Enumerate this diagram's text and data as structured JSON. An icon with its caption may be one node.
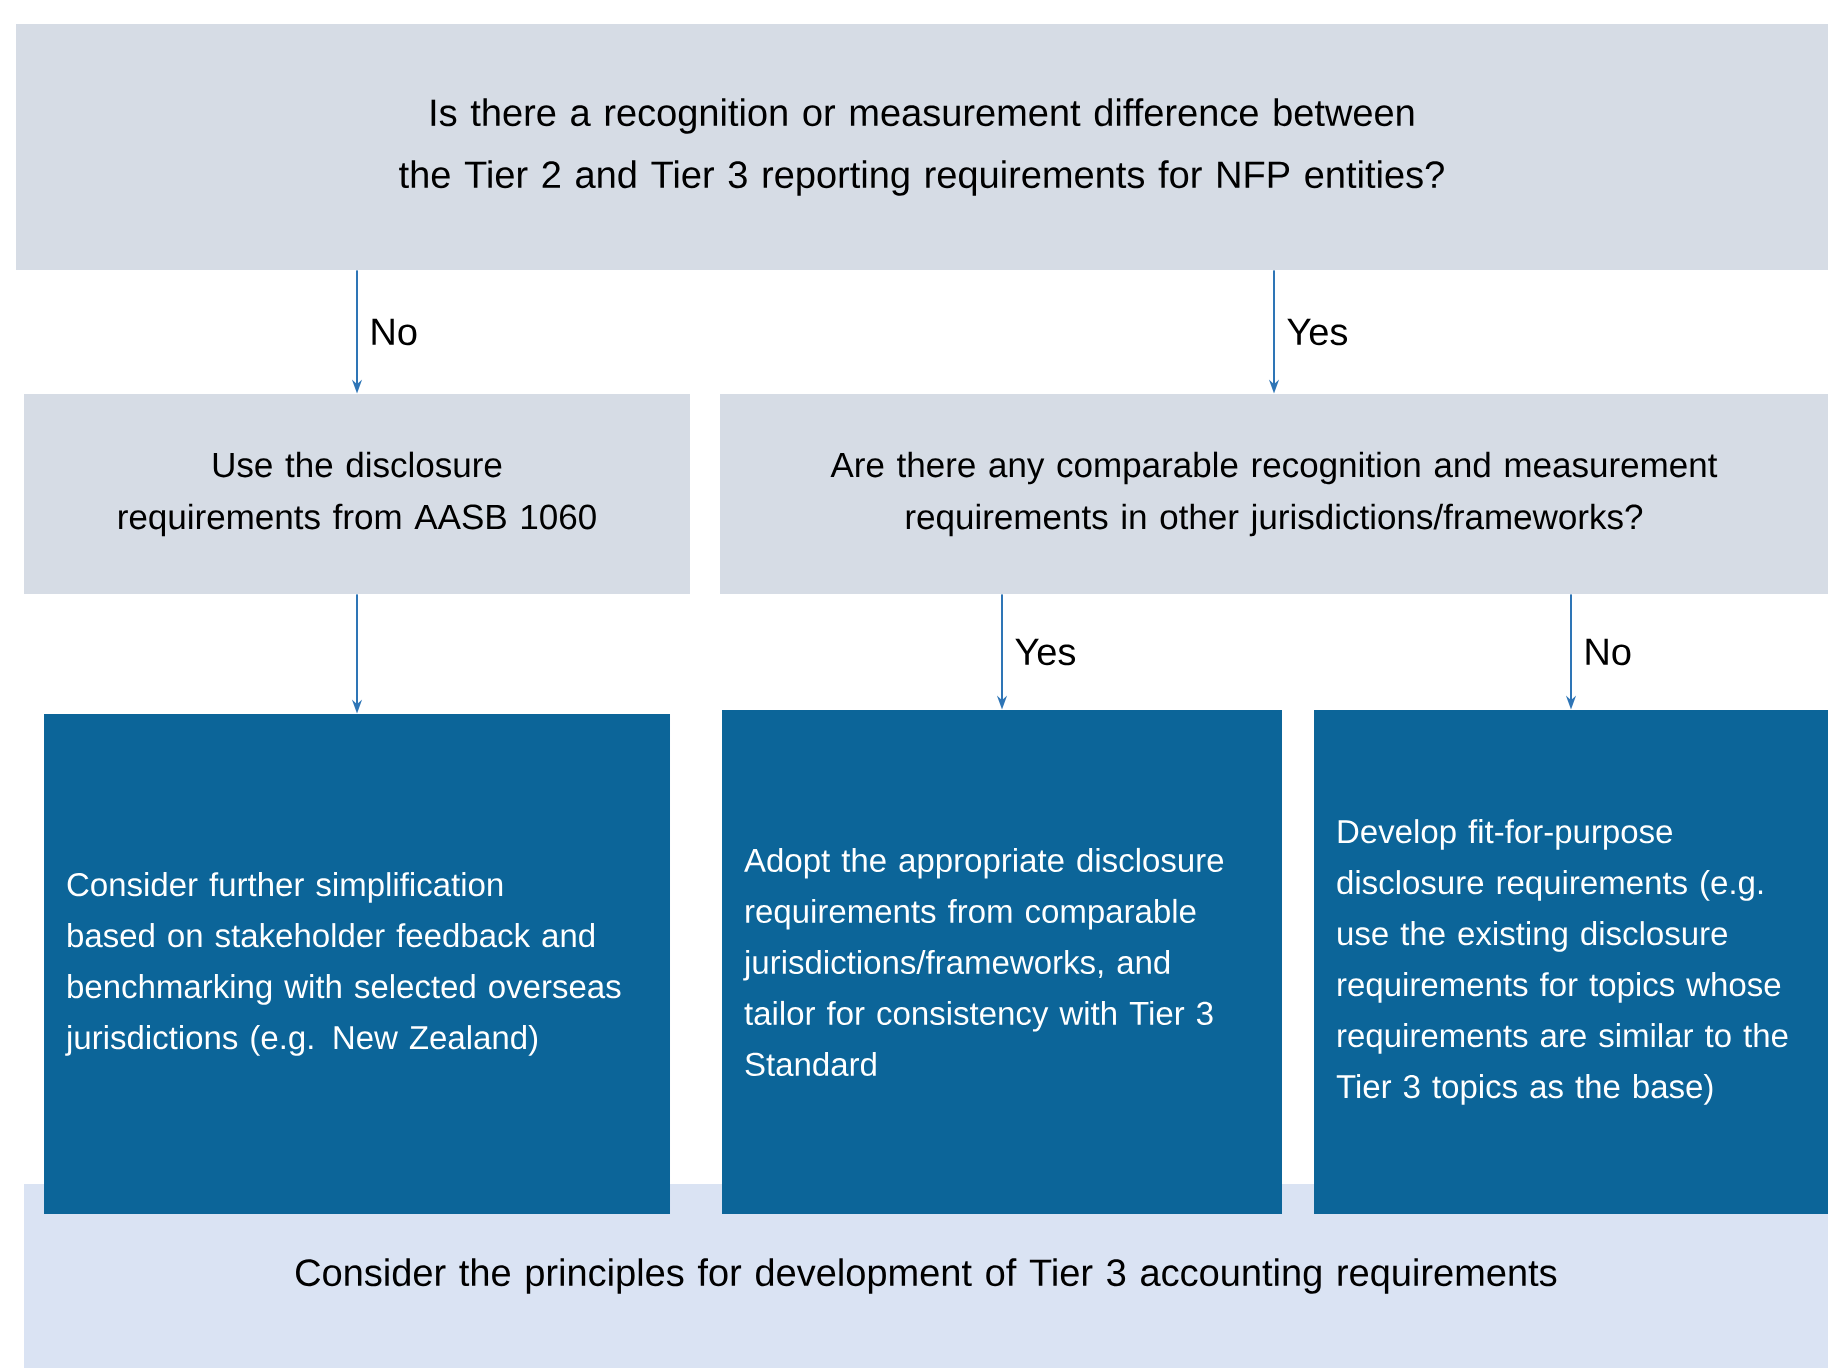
{
  "diagram": {
    "nodes": [
      {
        "text": [
          "Is there a recognition or measurement difference between the Tier 2 and Tier 3 reporting requirements for NFP entities?"
        ]
      },
      {
        "text": [
          "Use the disclosure requirements from AASB 1060"
        ]
      },
      {
        "text": [
          "Are there any comparable recognition and measurement requirements in other jurisdictions/frameworks?"
        ]
      },
      {
        "text": [
          "Consider further simplification based on stakeholder feedback and benchmarking with selected overseas jurisdictions (e.g. New Zealand)"
        ]
      },
      {
        "text": [
          "Adopt the appropriate disclosure requirements from comparable jurisdictions/frameworks, and tailor for consistency with Tier 3 Standard"
        ]
      },
      {
        "text": [
          "Develop fit-for-purpose disclosure requirements (e.g. use the existing disclosure requirements for topics whose requirements are similar to the Tier 3 topics as the base)"
        ]
      },
      {
        "text": [
          "Consider the principles for development of Tier 3 accounting requirements"
        ]
      }
    ],
    "edges": [
      {
        "from": 0,
        "to": 1,
        "arrow": "to",
        "label": "No"
      },
      {
        "from": 0,
        "to": 2,
        "arrow": "to",
        "label": "Yes"
      },
      {
        "from": 1,
        "to": 3,
        "arrow": "to"
      },
      {
        "from": 2,
        "to": 4,
        "arrow": "to",
        "label": "Yes"
      },
      {
        "from": 2,
        "to": 5,
        "arrow": "to",
        "label": "No"
      }
    ]
  }
}
